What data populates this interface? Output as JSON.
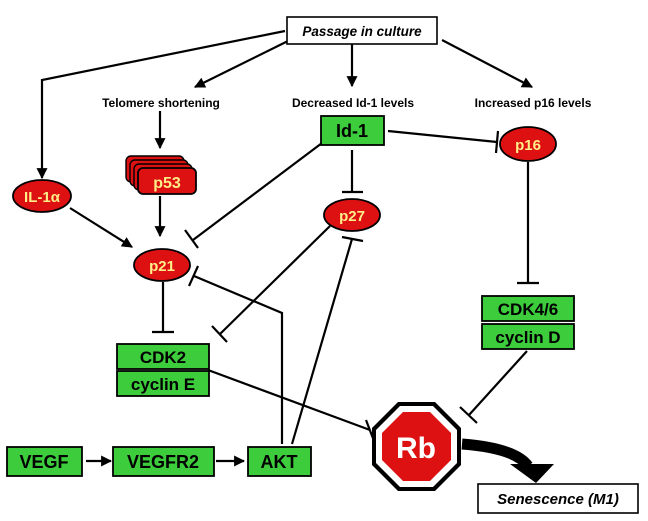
{
  "title": "Passage in culture",
  "outcome": "Senescence (M1)",
  "branches": {
    "telomere": "Telomere shortening",
    "id1_levels": "Decreased Id-1 levels",
    "p16_levels": "Increased p16 levels"
  },
  "nodes": {
    "il1a": "IL-1α",
    "p53": "p53",
    "p21": "p21",
    "id1": "Id-1",
    "p27": "p27",
    "p16": "p16",
    "cdk2": "CDK2",
    "cyclinE": "cyclin E",
    "cdk46": "CDK4/6",
    "cyclinD": "cyclin D",
    "vegf": "VEGF",
    "vegfr2": "VEGFR2",
    "akt": "AKT",
    "rb": "Rb"
  },
  "colors": {
    "green_box": "#3ccc3c",
    "red_oval": "#dd1111",
    "oval_text": "#ffee88",
    "line": "#000000"
  }
}
